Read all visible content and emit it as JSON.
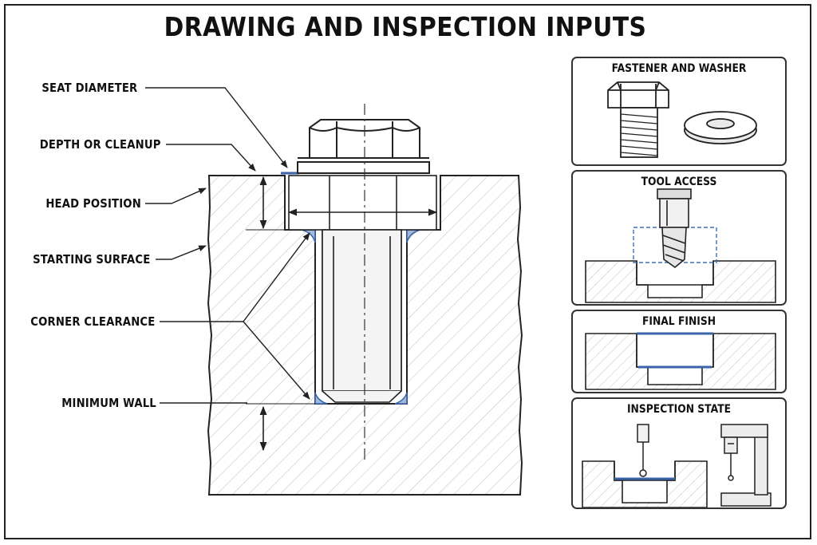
{
  "title": "DRAWING AND INSPECTION INPUTS",
  "callouts": {
    "seat_diameter": "SEAT DIAMETER",
    "depth_or_cleanup": "DEPTH OR CLEANUP",
    "head_position": "HEAD POSITION",
    "starting_surface": "STARTING SURFACE",
    "corner_clearance": "CORNER CLEARANCE",
    "minimum_wall": "MINIMUM WALL"
  },
  "panels": {
    "fastener_and_washer": "FASTENER AND WASHER",
    "tool_access": "TOOL ACCESS",
    "final_finish": "FINAL FINISH",
    "inspection_state": "INSPECTION STATE"
  },
  "colors": {
    "line": "#222222",
    "hatch": "#b9b9b9",
    "accent_blue": "#3a63a8",
    "fill_blue": "#9fb8dc",
    "guide_blue": "#3b6fb3"
  }
}
